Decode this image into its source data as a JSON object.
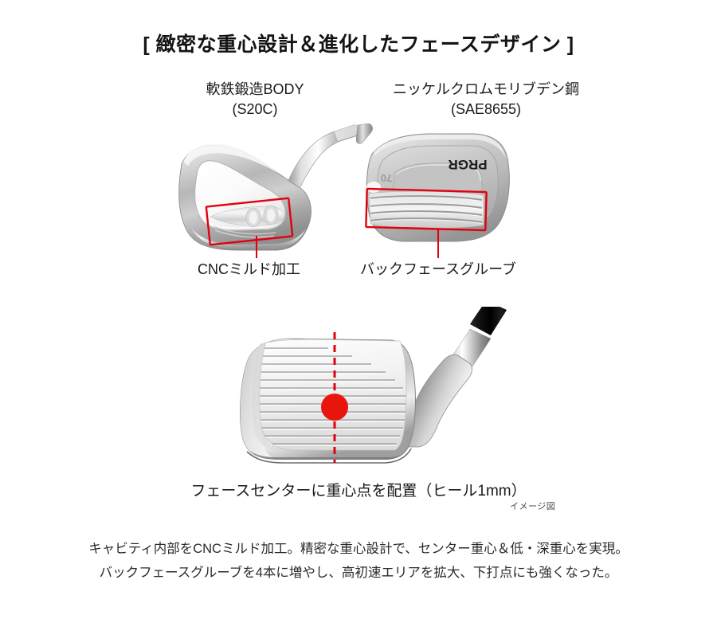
{
  "title": "[ 緻密な重心設計＆進化したフェースデザイン ]",
  "materials": {
    "left": {
      "name": "軟鉄鍛造BODY",
      "spec": "(S20C)"
    },
    "right": {
      "name": "ニッケルクロムモリブデン鋼",
      "spec": "(SAE8655)"
    }
  },
  "callouts": {
    "left": "CNCミルド加工",
    "right": "バックフェースグルーブ"
  },
  "club_marks": {
    "brand": "PRGR",
    "loft": "70"
  },
  "main_caption": "フェースセンターに重心点を配置（ヒール1mm）",
  "image_note": "イメージ図",
  "description": {
    "line1": "キャビティ内部をCNCミルド加工。精密な重心設計で、センター重心＆低・深重心を実現。",
    "line2": "バックフェースグルーブを4本に増やし、高初速エリアを拡大、下打点にも強くなった。"
  },
  "colors": {
    "accent_red": "#e2000f",
    "cog_dot": "#e8150d",
    "text": "#1a1a1a",
    "background": "#ffffff"
  }
}
